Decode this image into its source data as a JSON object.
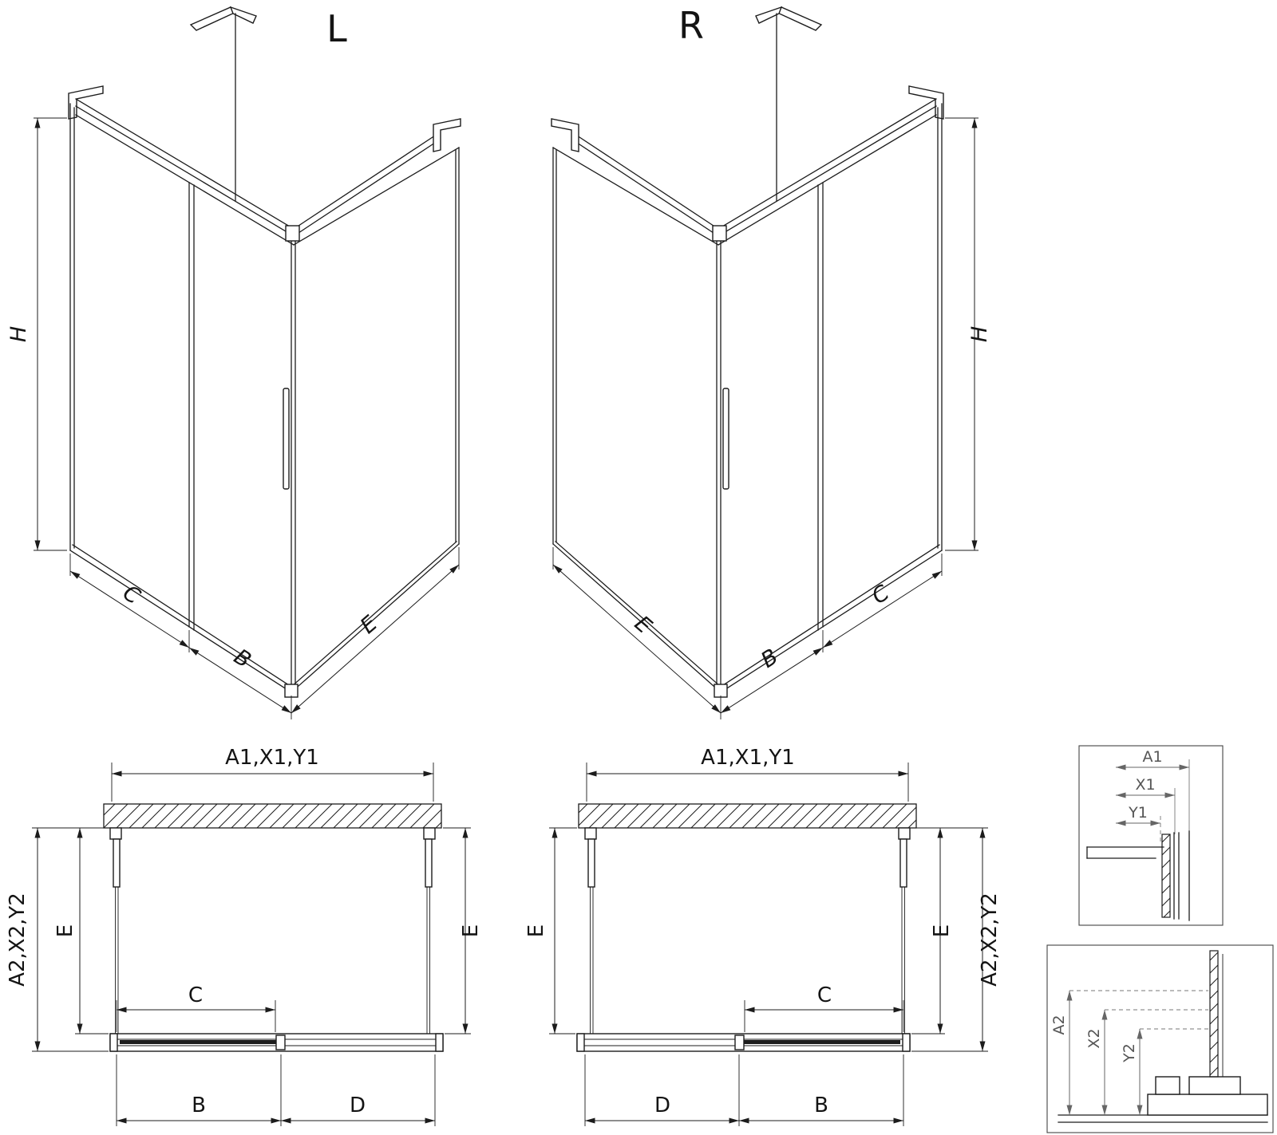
{
  "colors": {
    "line": "#1c1c1c",
    "detail_label": "#555555",
    "background": "#ffffff"
  },
  "views": {
    "iso_left": {
      "variant_label": "L",
      "dim_height": "H",
      "dim_fixed_panel": "C",
      "dim_door": "B",
      "dim_side_panel": "E"
    },
    "iso_right": {
      "variant_label": "R",
      "dim_height": "H",
      "dim_fixed_panel": "C",
      "dim_door": "B",
      "dim_side_panel": "E"
    },
    "plan_left": {
      "dim_width": "A1,X1,Y1",
      "dim_depth_outer": "A2,X2,Y2",
      "dim_depth_left": "E",
      "dim_depth_right": "E",
      "dim_opening": "C",
      "dim_door": "B",
      "dim_fixed": "D"
    },
    "plan_right": {
      "dim_width": "A1,X1,Y1",
      "dim_depth_outer": "A2,X2,Y2",
      "dim_depth_left": "E",
      "dim_depth_right": "E",
      "dim_opening": "C",
      "dim_door": "B",
      "dim_fixed": "D"
    },
    "detail_wall_profile": {
      "dim_a": "A1",
      "dim_x": "X1",
      "dim_y": "Y1"
    },
    "detail_floor_profile": {
      "dim_a": "A2",
      "dim_x": "X2",
      "dim_y": "Y2"
    }
  }
}
